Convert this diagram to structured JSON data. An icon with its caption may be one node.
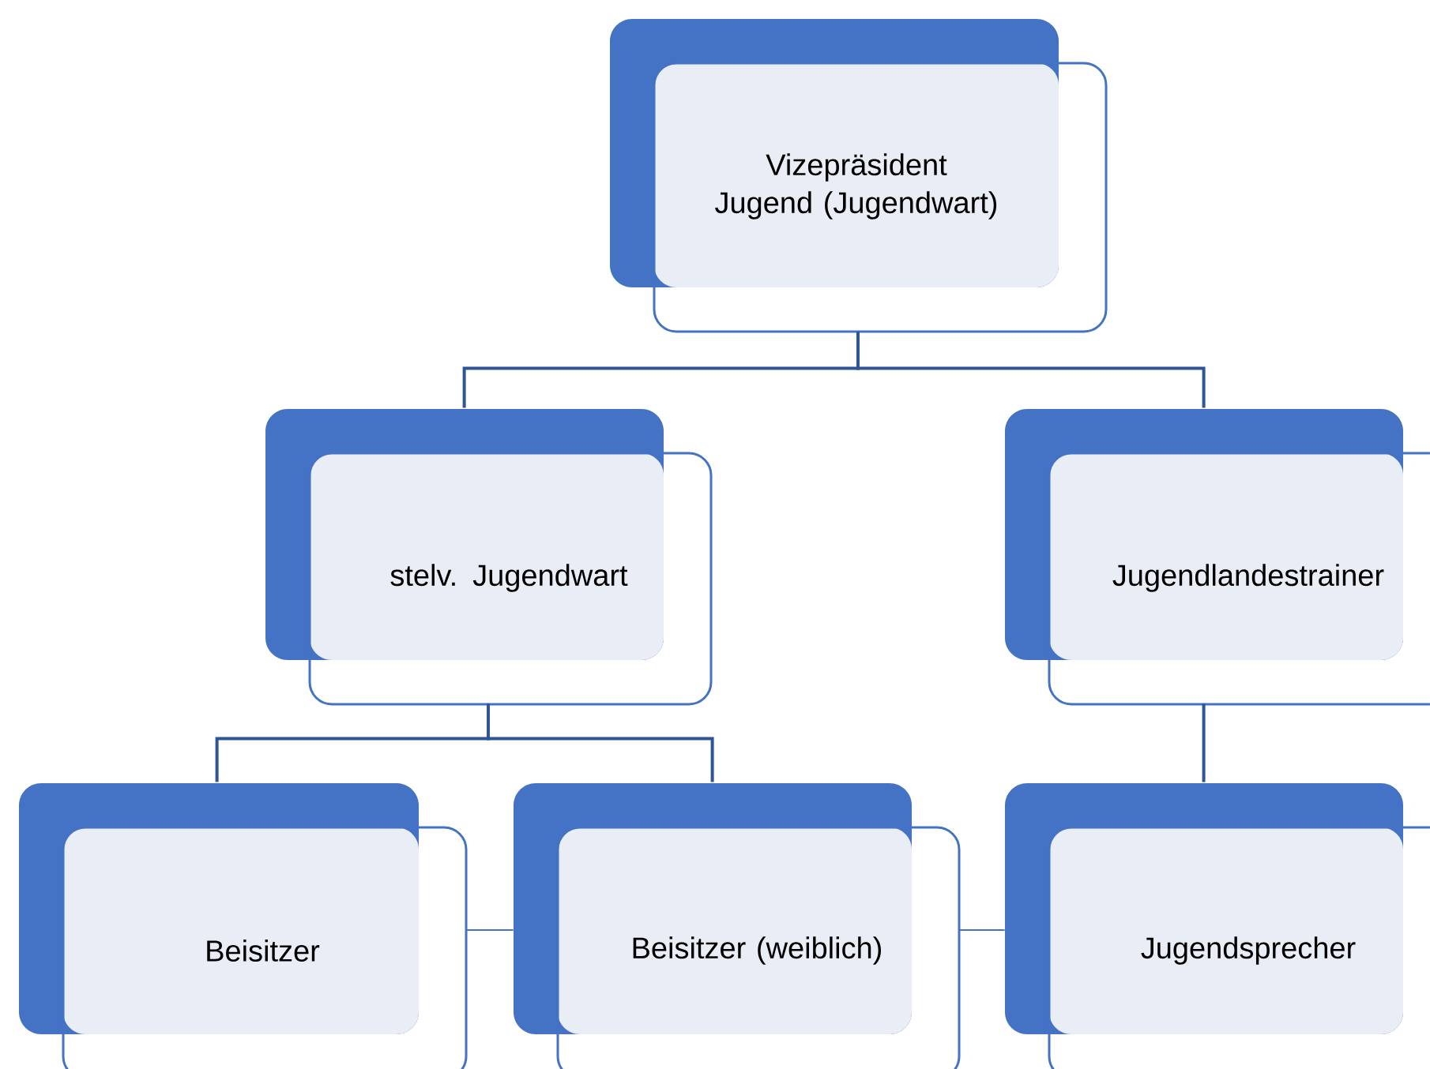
{
  "diagram": {
    "nodes": [
      {
        "text": [
          "Vizepräsident Jugend (Jugendwart)"
        ]
      },
      {
        "text": [
          "stelv. Jugendwart"
        ]
      },
      {
        "text": [
          "Jugendlandestrainer"
        ]
      },
      {
        "text": [
          "Beisitzer"
        ]
      },
      {
        "text": [
          "Beisitzer (weiblich)"
        ]
      },
      {
        "text": [
          "Jugendsprecher"
        ]
      }
    ],
    "edges": [
      {
        "from": 0,
        "to": 1,
        "arrow": "none"
      },
      {
        "from": 0,
        "to": 2,
        "arrow": "none"
      },
      {
        "from": 1,
        "to": 3,
        "arrow": "none"
      },
      {
        "from": 1,
        "to": 4,
        "arrow": "none"
      },
      {
        "from": 2,
        "to": 5,
        "arrow": "none"
      },
      {
        "from": 3,
        "to": 4,
        "arrow": "none",
        "color": "#4472c4"
      },
      {
        "from": 4,
        "to": 5,
        "arrow": "none",
        "color": "#4472c4"
      }
    ]
  }
}
